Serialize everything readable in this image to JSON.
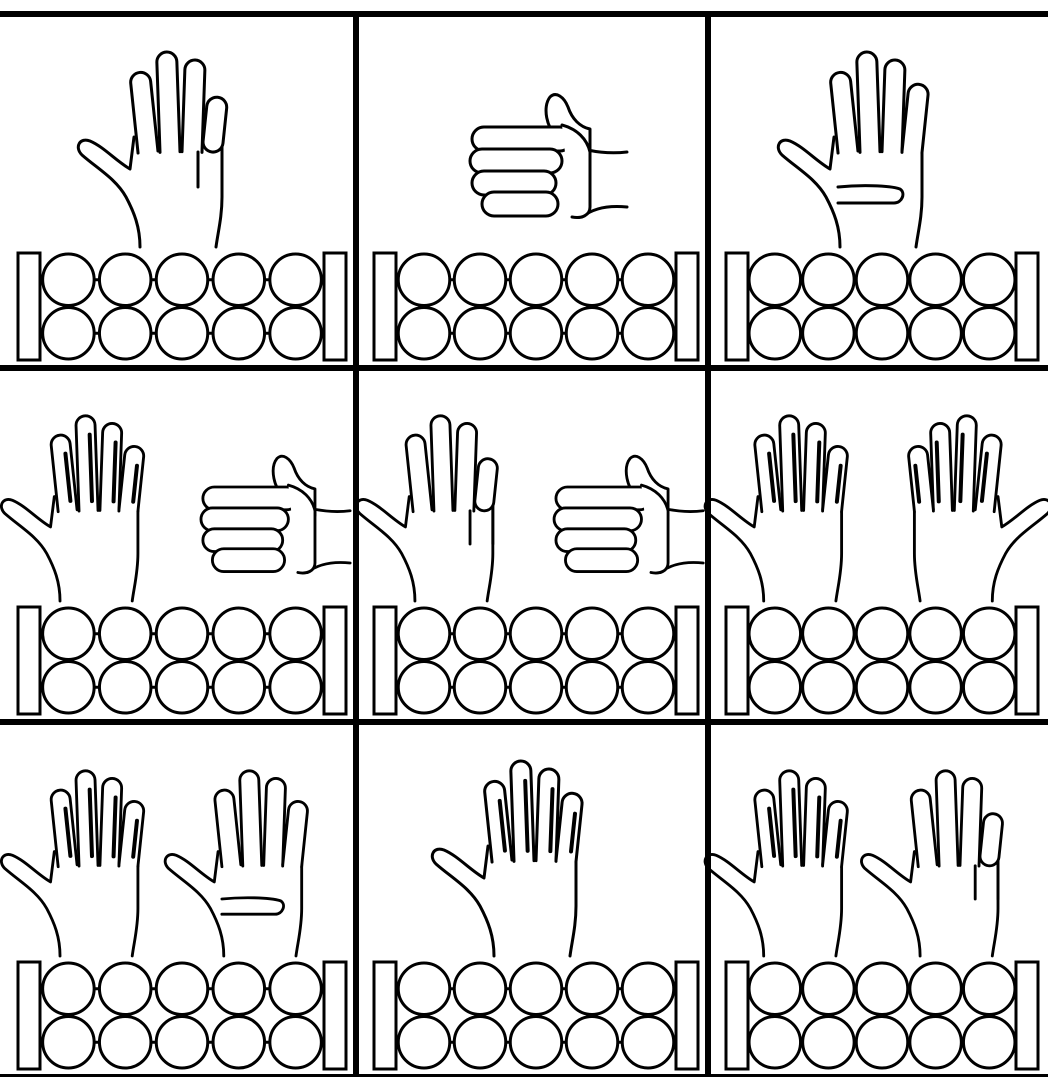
{
  "worksheet": {
    "colors": {
      "ink": "#000000",
      "paper": "#ffffff"
    },
    "frame_rows": 2,
    "beads_per_row": 5,
    "cells": [
      {
        "hands": [
          "three-fingers"
        ]
      },
      {
        "hands": [
          "thumb"
        ]
      },
      {
        "hands": [
          "four-fingers"
        ]
      },
      {
        "hands": [
          "open-hand",
          "thumb"
        ]
      },
      {
        "hands": [
          "three-fingers",
          "thumb"
        ]
      },
      {
        "hands": [
          "open-hand",
          "open-hand"
        ]
      },
      {
        "hands": [
          "open-hand",
          "four-fingers"
        ]
      },
      {
        "hands": [
          "open-hand"
        ]
      },
      {
        "hands": [
          "open-hand",
          "three-fingers"
        ]
      }
    ]
  }
}
